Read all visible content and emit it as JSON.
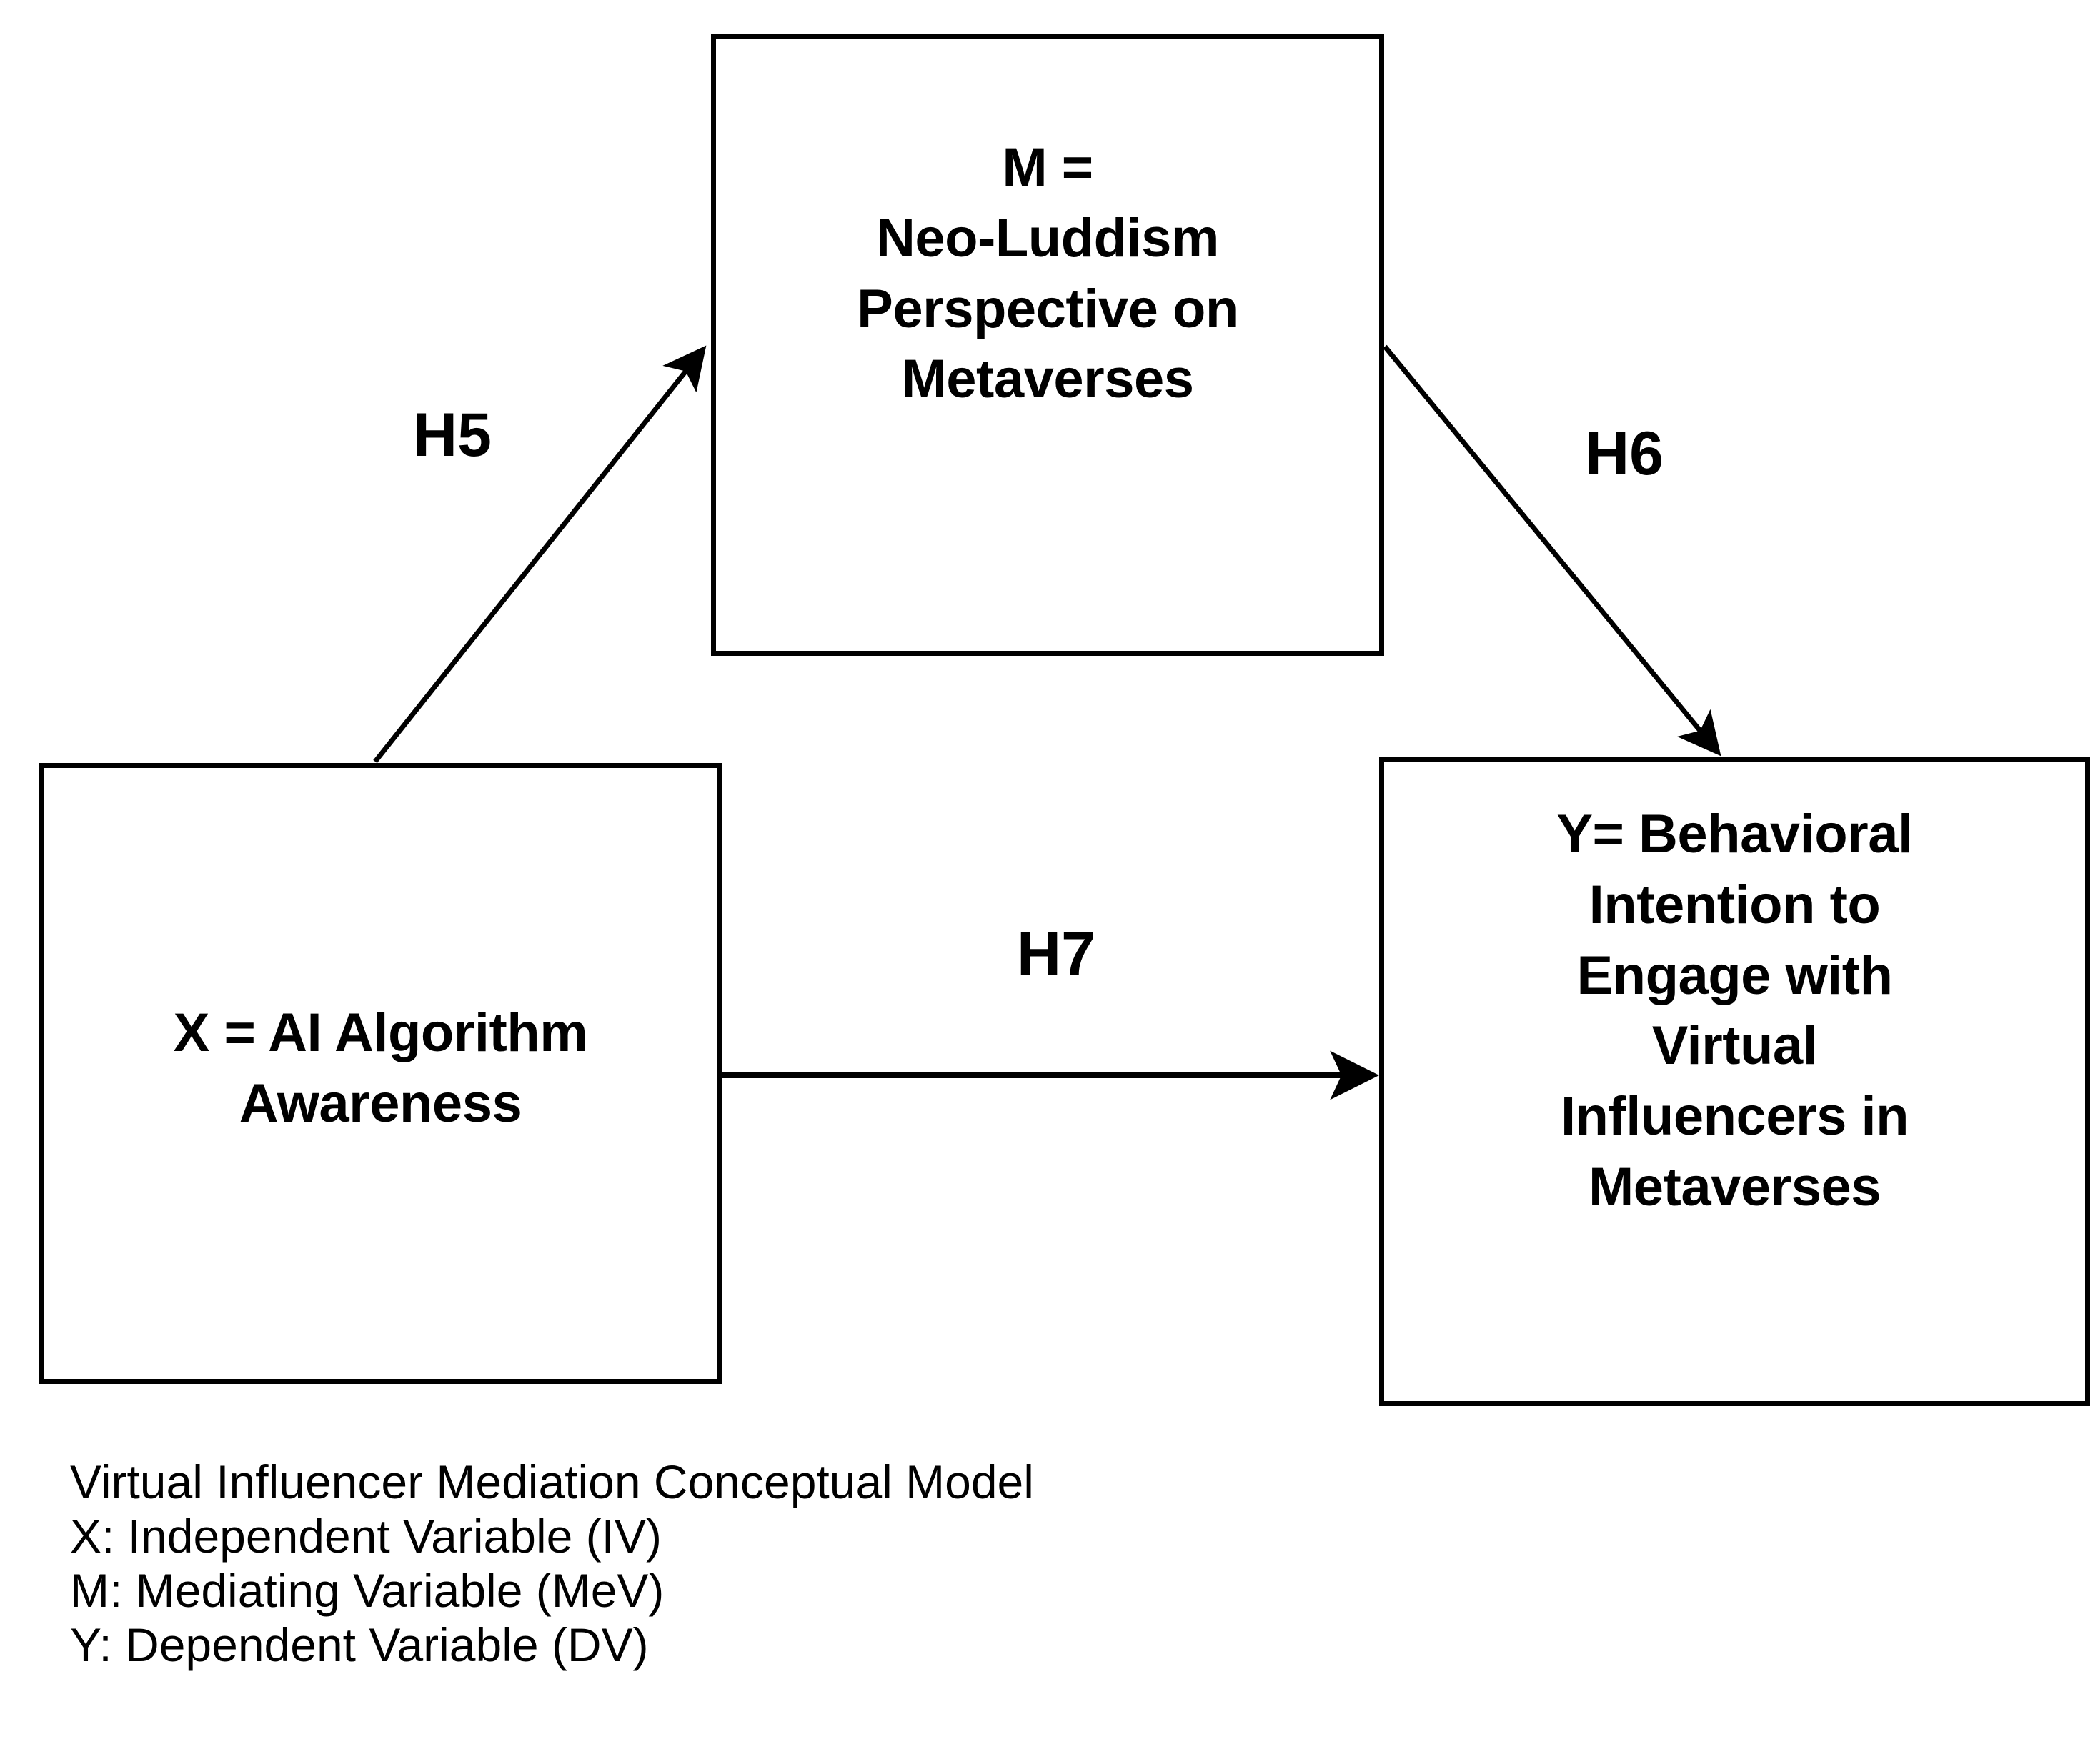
{
  "figure": {
    "kind": "conceptual-mediation-model-diagram",
    "background_color": "#ffffff",
    "stroke_color": "#000000"
  },
  "nodes": {
    "mediator": {
      "id": "M",
      "role": "Mediating Variable (MeV)",
      "lines": [
        "M =",
        "Neo-Luddism",
        "Perspective on",
        "Metaverses"
      ]
    },
    "independent": {
      "id": "X",
      "role": "Independent Variable (IV)",
      "lines": [
        "X = AI Algorithm",
        "Awareness"
      ]
    },
    "dependent": {
      "id": "Y",
      "role": "Dependent Variable (DV)",
      "lines": [
        "Y= Behavioral",
        "Intention to",
        "Engage with",
        "Virtual",
        "Influencers in",
        "Metaverses"
      ]
    }
  },
  "paths": [
    {
      "label": "H5",
      "from": "X",
      "to": "M"
    },
    {
      "label": "H6",
      "from": "M",
      "to": "Y"
    },
    {
      "label": "H7",
      "from": "X",
      "to": "Y"
    }
  ],
  "labels": {
    "h5": "H5",
    "h6": "H6",
    "h7": "H7"
  },
  "caption": {
    "lines": [
      "Virtual Influencer Mediation Conceptual Model",
      "X: Independent Variable (IV)",
      "M: Mediating Variable (MeV)",
      "Y: Dependent Variable (DV)"
    ]
  }
}
